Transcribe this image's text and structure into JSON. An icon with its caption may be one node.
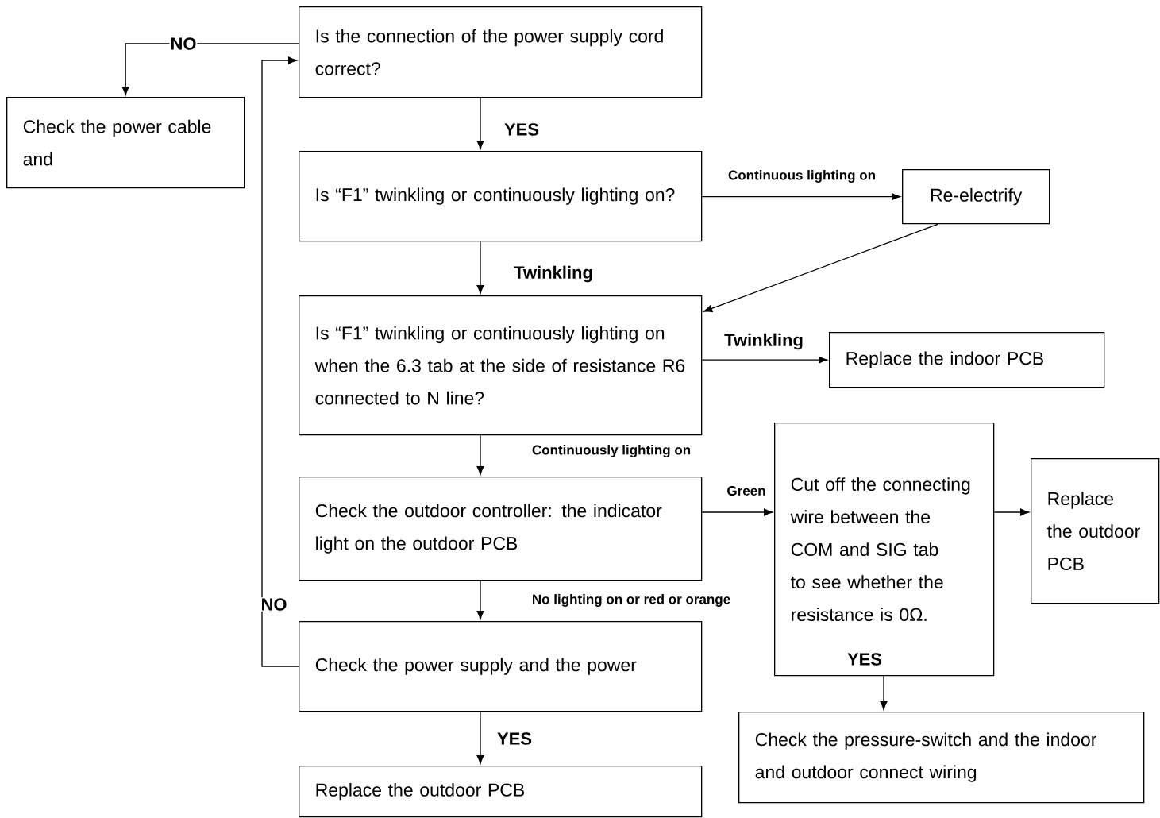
{
  "diagram": {
    "nodes": [
      {
        "text": [
          "Is the connection of the power supply cord correct?"
        ]
      },
      {
        "text": [
          "Check the power cable and"
        ]
      },
      {
        "text": [
          "Is “F1” twinkling or continuously lighting on?"
        ]
      },
      {
        "text": [
          "Re-electrify"
        ]
      },
      {
        "text": [
          "Is “F1” twinkling or continuously lighting on when the 6.3 tab at the side of resistance R6 connected to N line?"
        ]
      },
      {
        "text": [
          "Replace the indoor PCB"
        ]
      },
      {
        "text": [
          "Check the outdoor controller: the indicator light on the outdoor PCB"
        ]
      },
      {
        "text": [
          "Cut off the connecting wire between the COM and SIG tab to see whether the resistance is 0Ω."
        ]
      },
      {
        "text": [
          "Replace the outdoor PCB"
        ]
      },
      {
        "text": [
          "Check the power supply and the power"
        ]
      },
      {
        "text": [
          "Replace the outdoor PCB"
        ]
      },
      {
        "text": [
          "Check the pressure-switch and the indoor and outdoor connect wiring"
        ]
      }
    ],
    "edges": [
      {
        "from": 0,
        "to": 1,
        "arrow": "to",
        "label": "NO"
      },
      {
        "from": 0,
        "to": 2,
        "arrow": "to",
        "label": "YES"
      },
      {
        "from": 2,
        "to": 3,
        "arrow": "to",
        "label": "Continuous lighting on"
      },
      {
        "from": 3,
        "to": 4,
        "arrow": "to"
      },
      {
        "from": 2,
        "to": 4,
        "arrow": "to",
        "label": "Twinkling"
      },
      {
        "from": 4,
        "to": 5,
        "arrow": "to",
        "label": "Twinkling"
      },
      {
        "from": 4,
        "to": 6,
        "arrow": "to",
        "label": "Continuously lighting on"
      },
      {
        "from": 6,
        "to": 7,
        "arrow": "to",
        "label": "Green"
      },
      {
        "from": 6,
        "to": 9,
        "arrow": "to",
        "label": "No lighting on or red or orange"
      },
      {
        "from": 7,
        "to": 8,
        "arrow": "to"
      },
      {
        "from": 7,
        "to": 11,
        "arrow": "to",
        "label": "YES"
      },
      {
        "from": 9,
        "to": 0,
        "arrow": "to",
        "label": "NO"
      },
      {
        "from": 9,
        "to": 10,
        "arrow": "to",
        "label": "YES"
      }
    ]
  }
}
